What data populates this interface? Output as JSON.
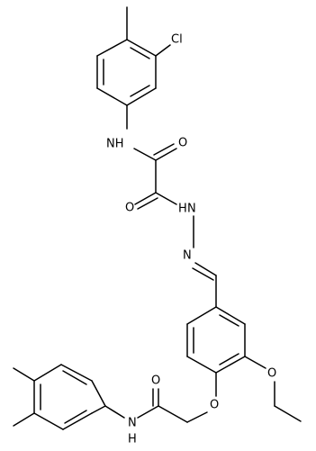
{
  "atom_labels": {
    "cl": "Cl",
    "nh_top": "NH",
    "o_carbonyl_1": "O",
    "o_carbonyl_2": "O",
    "n_hydrazide_nh": "N",
    "h_hydrazide": "H",
    "n_imine": "N",
    "o_ethoxy": "O",
    "o_aryloxy": "O",
    "o_amide": "O",
    "nh_bottom": "N",
    "h_bottom": "H"
  }
}
